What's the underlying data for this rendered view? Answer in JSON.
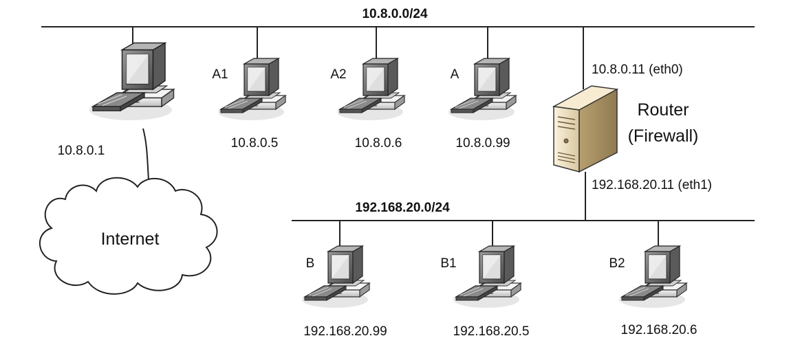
{
  "networks": {
    "top": {
      "label": "10.8.0.0/24"
    },
    "bottom": {
      "label": "192.168.20.0/24"
    }
  },
  "hosts": {
    "gateway": {
      "name": "",
      "ip": "10.8.0.1"
    },
    "a1": {
      "name": "A1",
      "ip": "10.8.0.5"
    },
    "a2": {
      "name": "A2",
      "ip": "10.8.0.6"
    },
    "a": {
      "name": "A",
      "ip": "10.8.0.99"
    },
    "b": {
      "name": "B",
      "ip": "192.168.20.99"
    },
    "b1": {
      "name": "B1",
      "ip": "192.168.20.5"
    },
    "b2": {
      "name": "B2",
      "ip": "192.168.20.6"
    }
  },
  "router": {
    "title": "Router",
    "subtitle": "(Firewall)",
    "eth0": "10.8.0.11 (eth0)",
    "eth1": "192.168.20.11 (eth1)"
  },
  "internet": {
    "label": "Internet"
  },
  "icons": {
    "computer": "desktop-computer-icon",
    "server": "server-tower-icon",
    "cloud": "cloud-icon"
  },
  "colors": {
    "line": "#222222",
    "monitor_bezel": "#6f6f6f",
    "screen": "#d9d9d9",
    "router_body": "#efe3c8"
  }
}
